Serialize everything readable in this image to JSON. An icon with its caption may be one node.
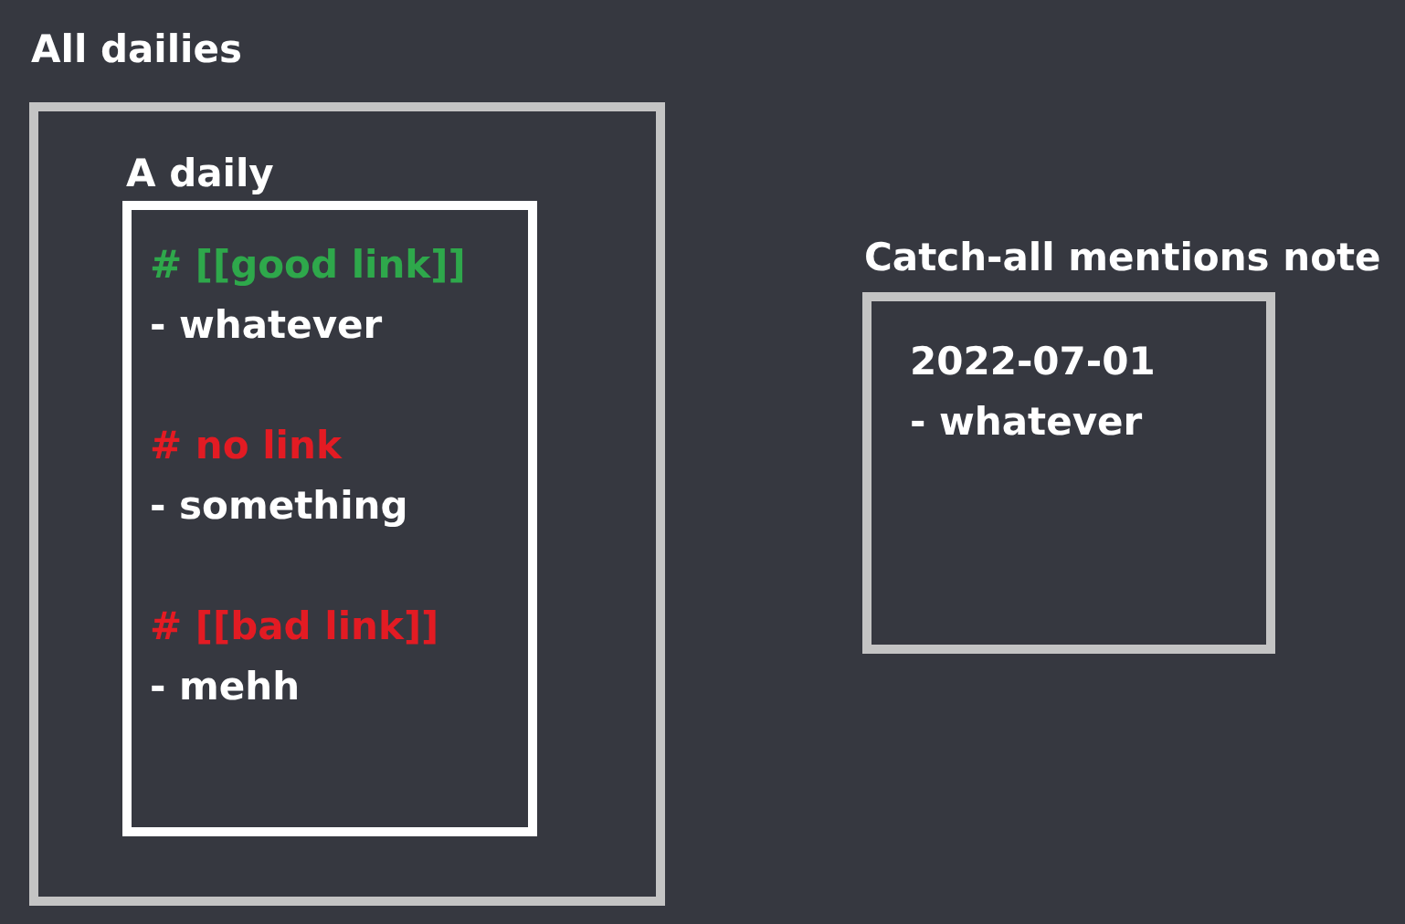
{
  "diagram": {
    "nodes": [
      {
        "text": [
          "All dailies"
        ]
      },
      {
        "text": [
          "A daily",
          "# [[good link]]",
          "- whatever",
          "# no link",
          "- something",
          "# [[bad link]]",
          "- mehh"
        ],
        "in": 0
      },
      {
        "text": [
          "Catch-all mentions note",
          "2022-07-01",
          "- whatever"
        ]
      }
    ]
  }
}
